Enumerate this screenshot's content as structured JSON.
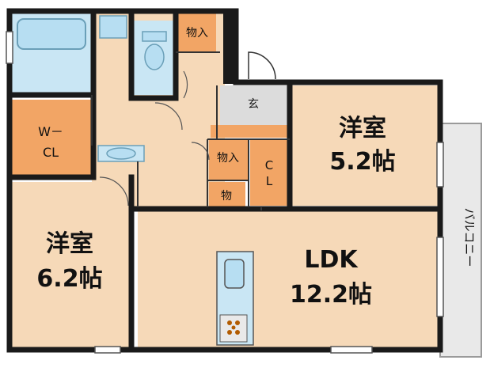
{
  "rooms": {
    "western_a": {
      "name": "洋室",
      "size": "5.2帖"
    },
    "western_b": {
      "name": "洋室",
      "size": "6.2帖"
    },
    "ldk": {
      "name": "LDK",
      "size": "12.2帖"
    },
    "wcl": {
      "line1": "W－",
      "line2": "CL"
    },
    "cl": {
      "line1": "C",
      "line2": "L"
    },
    "storage_top": "物入",
    "storage_mid": "物入",
    "storage_small": "物",
    "entrance": "玄",
    "balcony": "バルコニー"
  },
  "colors": {
    "wall": "#1a1a1a",
    "floor_room": "#f6d9b8",
    "floor_storage": "#f2a565",
    "floor_wet": "#c9e6f4",
    "floor_entrance": "#dcdcdc",
    "balcony": "#e9e9e9"
  }
}
